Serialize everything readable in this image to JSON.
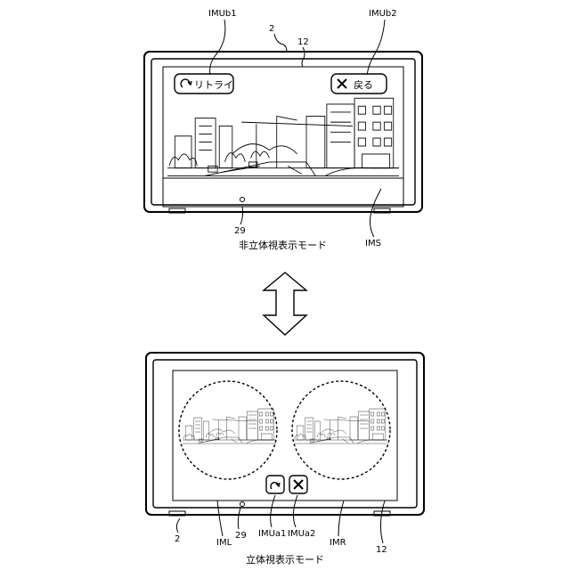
{
  "top_device": {
    "ref_device": "2",
    "ref_screen": "12",
    "ref_button_retry": "IMUb1",
    "ref_button_back": "IMUb2",
    "ref_sensor": "29",
    "ref_image": "IMS",
    "retry_label": "リトライ",
    "back_label": "戻る",
    "caption": "非立体視表示モード"
  },
  "bottom_device": {
    "ref_device": "2",
    "ref_screen": "12",
    "ref_sensor": "29",
    "ref_left_image": "IML",
    "ref_right_image": "IMR",
    "ref_retry_icon": "IMUa1",
    "ref_close_icon": "IMUa2",
    "caption": "立体視表示モード"
  },
  "icons": {
    "retry": "retry-icon",
    "close": "close-icon",
    "arrow": "double-arrow-icon"
  }
}
